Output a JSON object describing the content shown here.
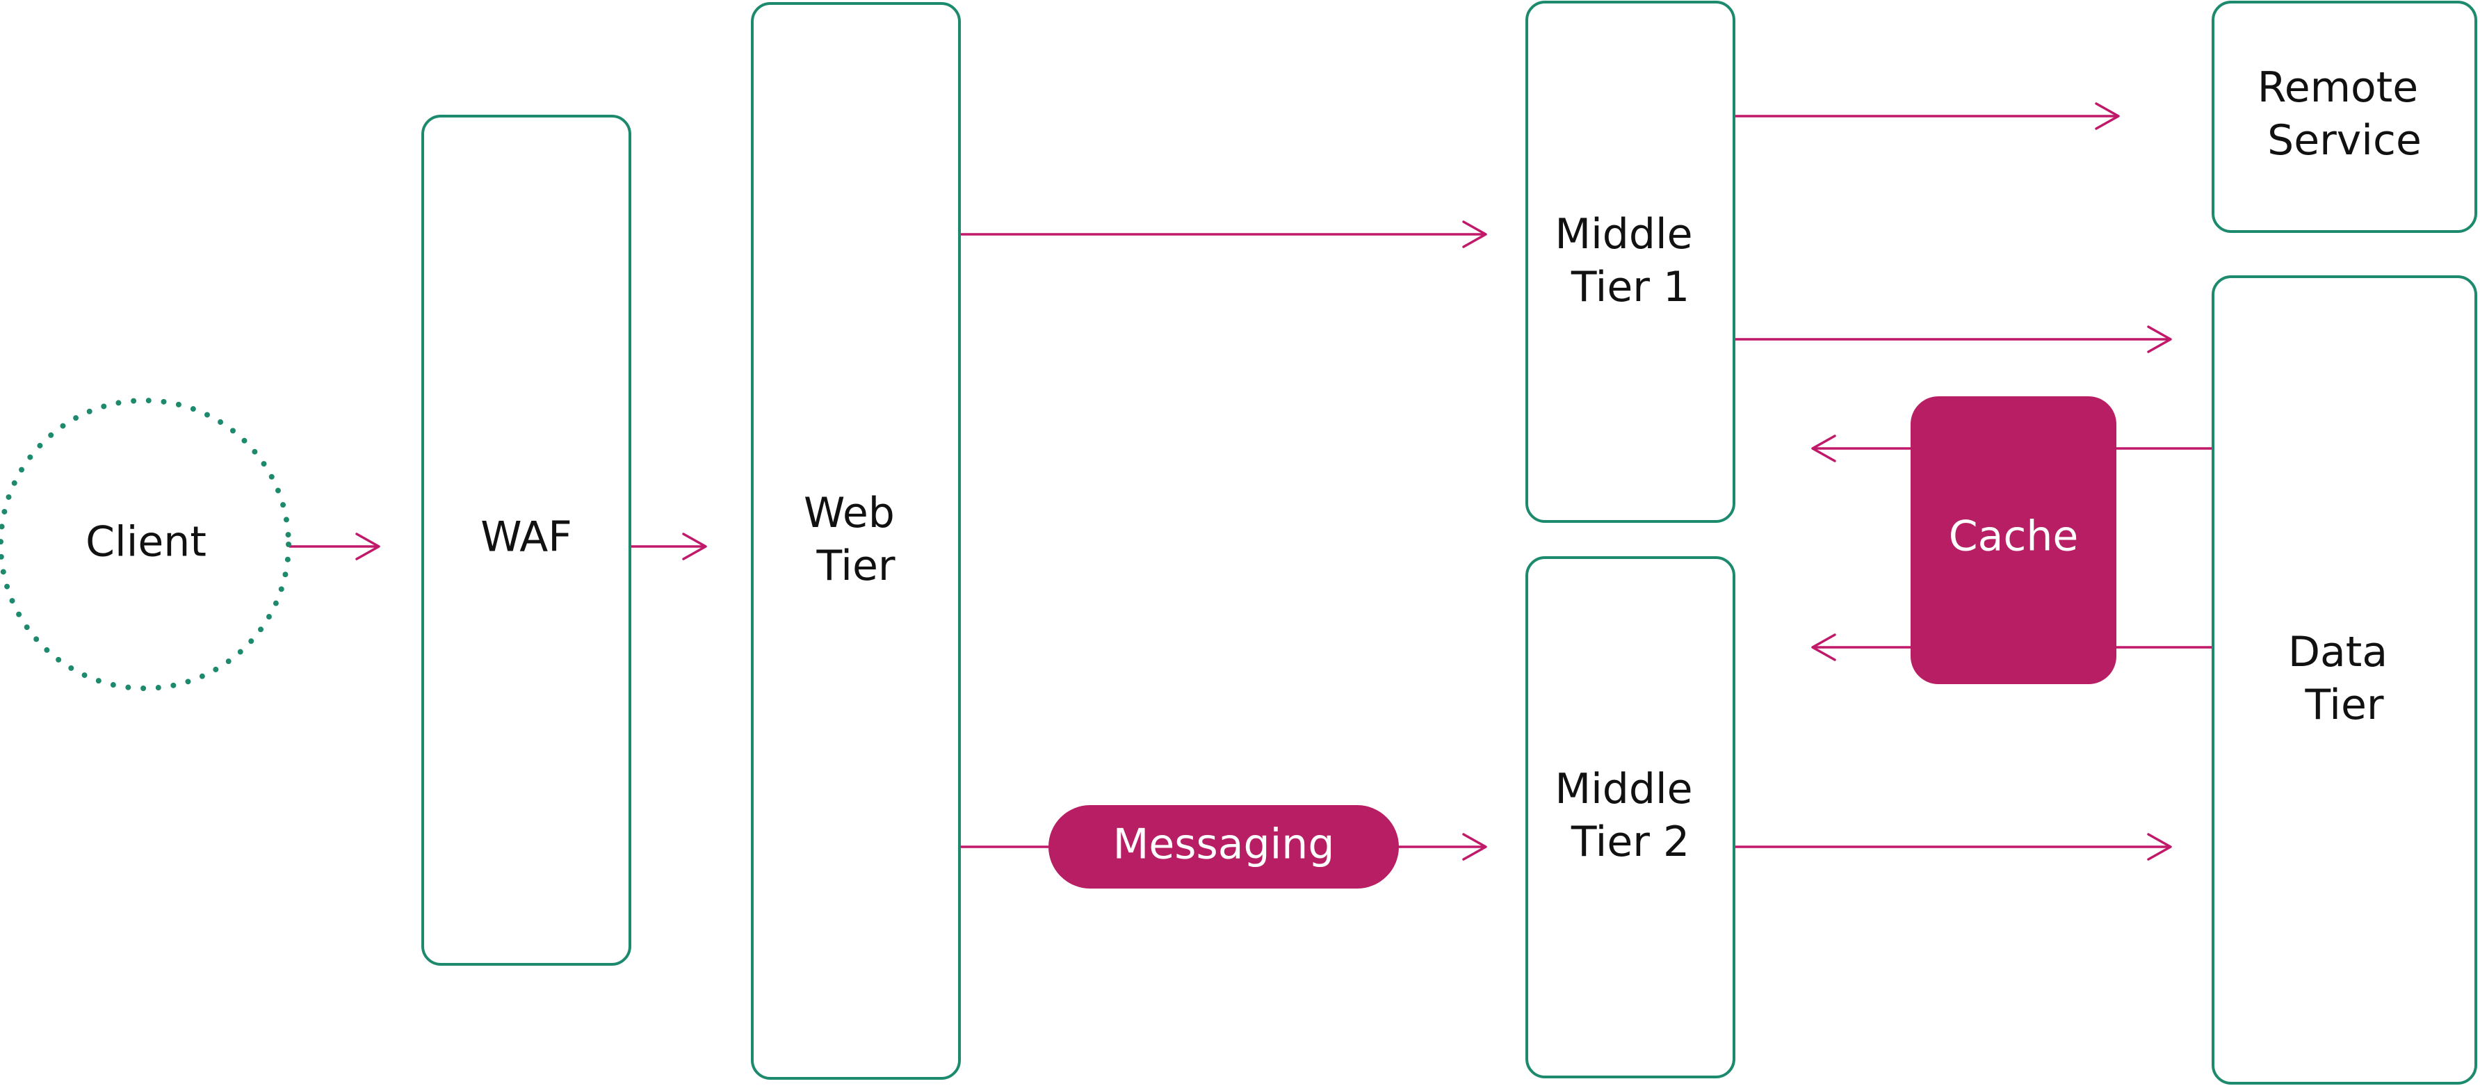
{
  "diagram": {
    "client": "Client",
    "waf": "WAF",
    "web_tier": [
      "Web",
      "Tier"
    ],
    "middle_tier_1": [
      "Middle",
      "Tier 1"
    ],
    "middle_tier_2": [
      "Middle",
      "Tier 2"
    ],
    "remote_service": [
      "Remote",
      "Service"
    ],
    "data_tier": [
      "Data",
      "Tier"
    ],
    "cache": "Cache",
    "messaging": "Messaging"
  },
  "colors": {
    "box_stroke": "#1d8a6e",
    "connector": "#c0196a",
    "accent_fill": "#b81e63",
    "text": "#111111",
    "text_on_accent": "#ffffff"
  }
}
